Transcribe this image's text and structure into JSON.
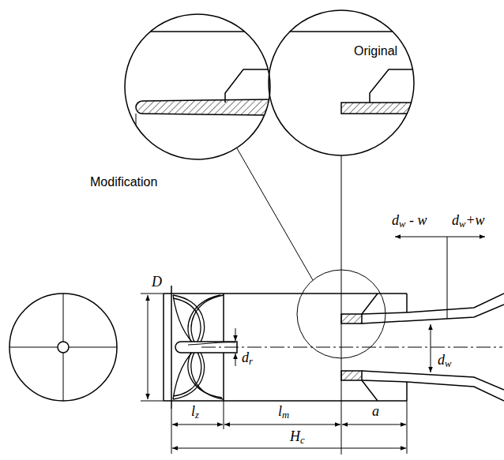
{
  "diagram": {
    "labels": [
      "Original",
      "Modification",
      "D",
      "dw - w",
      "dw+w",
      "dr",
      "dw",
      "lz",
      "lm",
      "a",
      "Hc"
    ]
  }
}
